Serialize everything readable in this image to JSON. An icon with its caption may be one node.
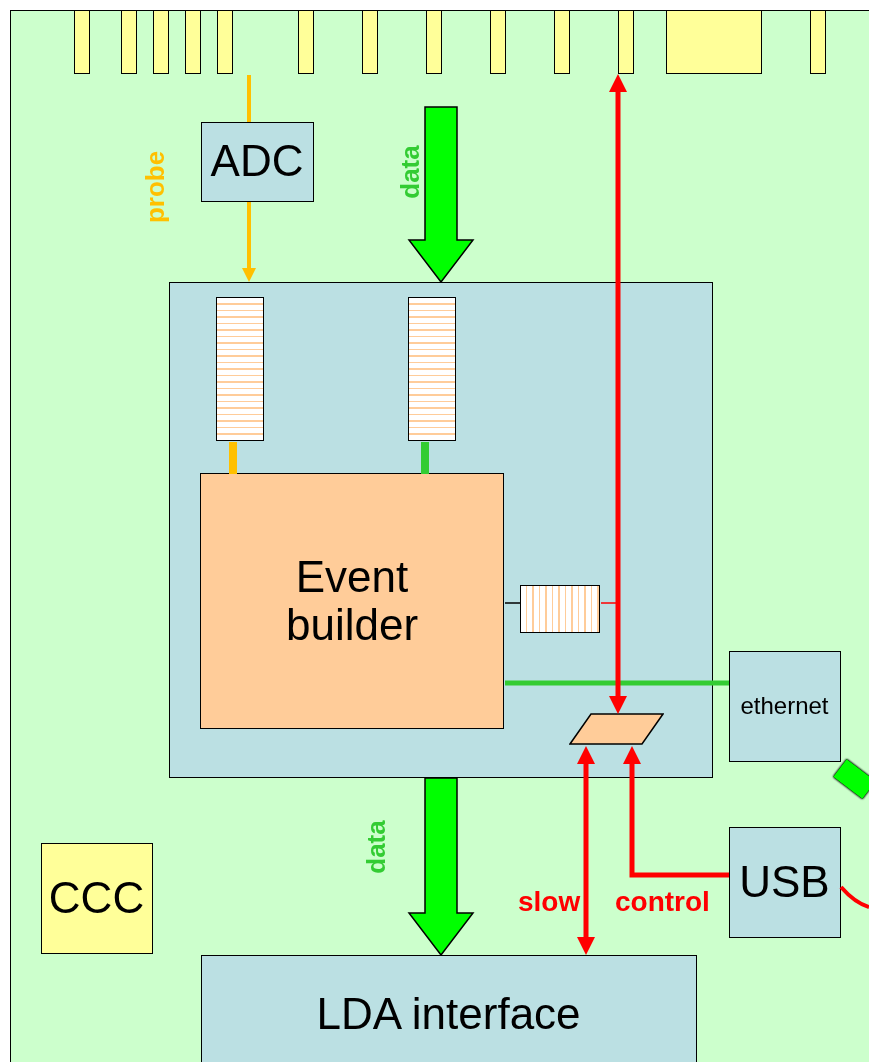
{
  "diagram": {
    "nodes": [
      {
        "text": [],
        "shape": "box"
      },
      {
        "text": [],
        "shape": "box",
        "in": 0
      },
      {
        "text": [],
        "shape": "box",
        "in": 0
      },
      {
        "text": [],
        "shape": "box",
        "in": 0
      },
      {
        "text": [],
        "shape": "box",
        "in": 0
      },
      {
        "text": [],
        "shape": "box",
        "in": 0
      },
      {
        "text": [],
        "shape": "box",
        "in": 0
      },
      {
        "text": [],
        "shape": "box",
        "in": 0
      },
      {
        "text": [],
        "shape": "box",
        "in": 0
      },
      {
        "text": [],
        "shape": "box",
        "in": 0
      },
      {
        "text": [],
        "shape": "box",
        "in": 0
      },
      {
        "text": [],
        "shape": "box",
        "in": 0
      },
      {
        "text": [],
        "shape": "box",
        "in": 0
      },
      {
        "text": [],
        "shape": "box",
        "in": 0
      },
      {
        "text": [
          "ADC"
        ],
        "in": 0
      },
      {
        "text": [],
        "shape": "box",
        "in": 0
      },
      {
        "text": [],
        "shape": "box",
        "in": 15
      },
      {
        "text": [],
        "shape": "box",
        "in": 15
      },
      {
        "text": [
          "Event builder"
        ],
        "in": 15
      },
      {
        "text": [],
        "shape": "box",
        "in": 15
      },
      {
        "text": [],
        "shape": "parallelogram",
        "in": 15
      },
      {
        "text": [
          "ethernet"
        ],
        "in": 0
      },
      {
        "text": [
          "USB"
        ],
        "in": 0
      },
      {
        "text": [
          "CCC"
        ],
        "in": 0
      },
      {
        "text": [
          "LDA interface"
        ],
        "in": 0
      }
    ],
    "edges": [
      {
        "from": null,
        "to": 14,
        "arrow": "none",
        "color": "#ffc000"
      },
      {
        "from": 14,
        "to": 15,
        "arrow": "to",
        "label": "probe",
        "color": "#ffc000"
      },
      {
        "from": null,
        "to": 15,
        "arrow": "to",
        "label": "data",
        "style": "thick",
        "color": "#00ff00"
      },
      {
        "from": 16,
        "to": 18,
        "arrow": "none",
        "color": "#ffc000"
      },
      {
        "from": 17,
        "to": 18,
        "arrow": "none",
        "color": "#33cc33"
      },
      {
        "from": 18,
        "to": 19,
        "arrow": "none",
        "color": "#000000"
      },
      {
        "from": 18,
        "to": 21,
        "arrow": "none",
        "color": "#33cc33"
      },
      {
        "from": 11,
        "to": 20,
        "arrow": "both",
        "color": "#ff0000"
      },
      {
        "from": 19,
        "to": null,
        "arrow": "none",
        "color": "#ff0000"
      },
      {
        "from": 24,
        "to": 20,
        "arrow": "both",
        "color": "#ff0000"
      },
      {
        "from": 22,
        "to": 20,
        "arrow": "to",
        "color": "#ff0000"
      },
      {
        "from": 15,
        "to": 24,
        "arrow": "to",
        "label": "data",
        "style": "thick",
        "color": "#00ff00"
      },
      {
        "from": 21,
        "to": null,
        "arrow": "none",
        "style": "thick",
        "color": "#00ff00"
      },
      {
        "from": 22,
        "to": null,
        "arrow": "none",
        "color": "#ff0000"
      }
    ],
    "labels": [
      "slow control"
    ]
  }
}
